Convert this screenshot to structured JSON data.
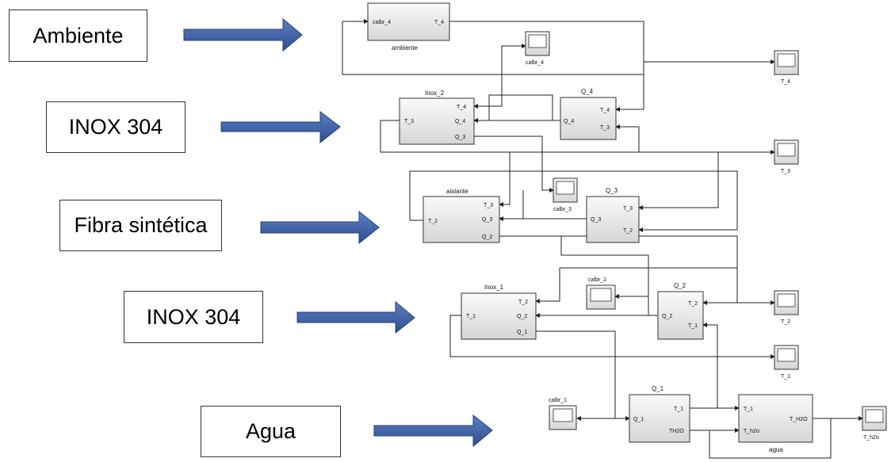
{
  "labels": {
    "ambiente": "Ambiente",
    "inox_top": "INOX 304",
    "fibra": "Fibra sintética",
    "inox_bottom": "INOX 304",
    "agua": "Agua"
  },
  "blocks": {
    "ambiente": {
      "title": "ambiente",
      "in1": "calbr_4",
      "out1": "T_4"
    },
    "inox_2": {
      "title": "Inox_2",
      "in1": "T_3",
      "out1": "T_4",
      "out2": "Q_4",
      "out3": "Q_3"
    },
    "q_4": {
      "title": "Q_4",
      "in1": "Q_4",
      "out1": "T_4",
      "out2": "T_3"
    },
    "aislante": {
      "title": "aislante",
      "in1": "T_2",
      "out1": "T_3",
      "out2": "Q_3",
      "out3": "Q_2"
    },
    "q_3": {
      "title": "Q_3",
      "in1": "Q_3",
      "out1": "T_3",
      "out2": "T_2"
    },
    "inox_1": {
      "title": "Inox_1",
      "in1": "T_1",
      "out1": "T_2",
      "out2": "Q_2",
      "out3": "Q_1"
    },
    "q_2": {
      "title": "Q_2",
      "in1": "Q_2",
      "out1": "T_2",
      "out2": "T_1"
    },
    "q_1": {
      "title": "Q_1",
      "in1": "Q_1",
      "out1": "T_1",
      "out2": "TH2O"
    },
    "agua": {
      "title": "agua",
      "in1": "T_1",
      "in2": "T_h2o",
      "out1": "T_H2O"
    }
  },
  "scopes": {
    "calbr_4": "calbr_4",
    "t_4": "T_4",
    "t_3": "T_3",
    "calbr_3": "calbr_3",
    "calbr_2": "calbr_2",
    "t_2": "T_2",
    "t_1": "T_1",
    "calbr_1": "calbr_1",
    "t_h2o": "T_h2o"
  },
  "colors": {
    "arrow": "#3b5fa3",
    "arrow_edge": "#253f73",
    "block_light": "#fafafa",
    "block_dark": "#d6d6d6"
  }
}
